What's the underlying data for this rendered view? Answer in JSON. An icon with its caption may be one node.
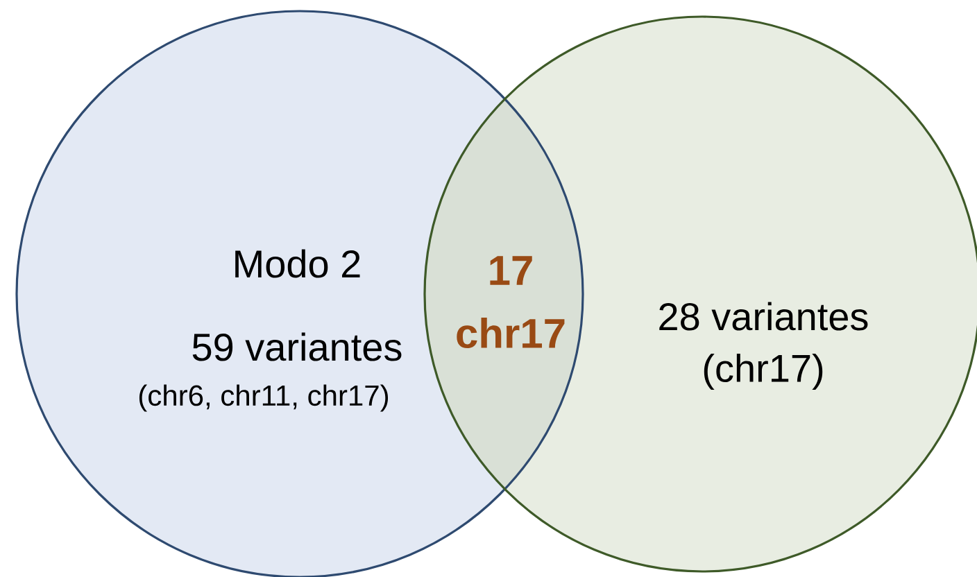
{
  "diagram": {
    "nodes": [
      {
        "text": [
          "Modo 2",
          "59 variantes",
          "(chr6, chr11, chr17)"
        ]
      },
      {
        "text": [
          "28 variantes",
          "(chr17)"
        ]
      }
    ],
    "labels": [
      "17",
      "chr17"
    ]
  }
}
